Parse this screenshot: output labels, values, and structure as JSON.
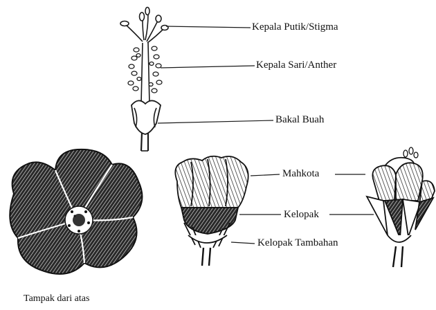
{
  "labels": {
    "stigma": "Kepala Putik/Stigma",
    "anther": "Kepala Sari/Anther",
    "ovary": "Bakal Buah",
    "corolla": "Mahkota",
    "calyx": "Kelopak",
    "epicalyx": "Kelopak Tambahan",
    "top_view": "Tampak dari atas"
  },
  "colors": {
    "ink": "#1a1a1a",
    "paper": "#ffffff"
  }
}
